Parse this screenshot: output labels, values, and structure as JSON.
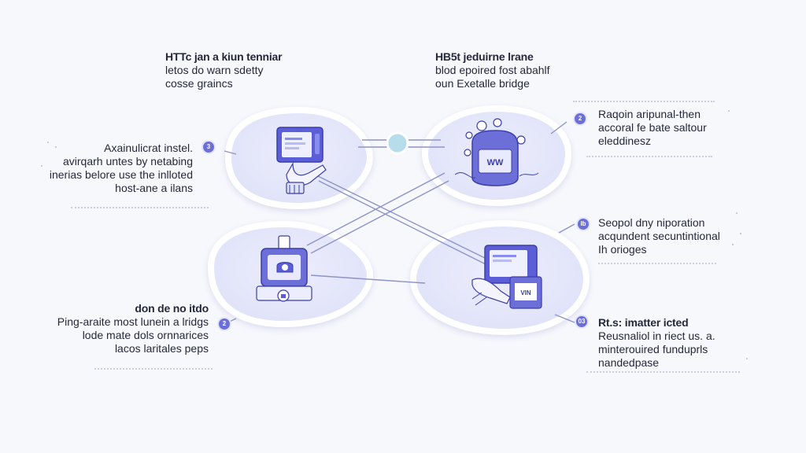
{
  "callouts": {
    "top_left": {
      "title": "HTTc jan a kiun tenniar",
      "lines": [
        "letos do warn sdetty",
        "cosse graincs"
      ]
    },
    "top_center": {
      "title": "HB5t jeduirne lrane",
      "lines": [
        "blod epoired fost abahlf",
        "oun Exetalle bridge"
      ]
    },
    "left_mid": {
      "lines": [
        "Axainulicrat instel.",
        "avirqarh untes by netabing",
        "inerias belore use the inlloted",
        "host-ane a ilans"
      ],
      "badge": "3"
    },
    "right_top": {
      "lines": [
        "Raqoin aripunal-then",
        "accoral fe bate saltour",
        "eleddinesz"
      ],
      "badge": "2"
    },
    "right_mid": {
      "lines": [
        "Seopol dny niporation",
        "acqundent secuntintional",
        "Ih orioges"
      ],
      "badge": "Ib"
    },
    "bottom_left": {
      "title": "don de no itdo",
      "lines": [
        "Ping-araite most lunein a lridgs",
        "lode mate dols ornnarices",
        "lacos laritales peps"
      ],
      "badge": "2"
    },
    "bottom_right": {
      "title": "Rt.s: imatter icted",
      "lines": [
        "Reusnaliol in riect us. a.",
        "minterouired funduprls",
        "nandedpase"
      ],
      "badge": "03"
    }
  },
  "icons": {
    "top_left": "laptop-with-hand-icon",
    "top_right": "cloud-server-icon",
    "bottom_left": "secure-terminal-icon",
    "bottom_right": "monitor-with-hand-icon"
  },
  "device_labels": {
    "top_right": "WW",
    "bottom_right": "VIN"
  },
  "colors": {
    "accent": "#6c6fd8",
    "node_fill": "#e9eafc",
    "node_stroke": "#dcdff3",
    "line": "#8e93c7",
    "bridge_node": "#b7dceb"
  }
}
